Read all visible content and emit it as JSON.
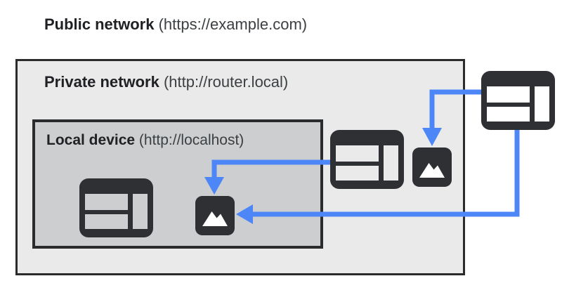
{
  "labels": {
    "public_bold": "Public network",
    "public_rest": " (https://example.com)",
    "private_bold": "Private network",
    "private_rest": " (http://router.local)",
    "local_bold": "Local device",
    "local_rest": " (http://localhost)"
  },
  "colors": {
    "page_bg": "#ffffff",
    "private_bg": "#eaeaea",
    "local_bg": "#cdcecf",
    "border": "#2a2b2d",
    "icon": "#2f3033",
    "icon_hole_white": "#ffffff",
    "arrow": "#4d86f7",
    "text_bold": "#202124",
    "text_regular": "#3c4043"
  },
  "icons": {
    "browser_public": "browser-window-icon",
    "browser_private": "browser-window-icon",
    "browser_local": "browser-window-icon",
    "image_private": "image-icon",
    "image_local": "image-icon"
  },
  "arrows": [
    {
      "from": "public-network-browser",
      "to": "private-network-image"
    },
    {
      "from": "public-network-browser",
      "to": "local-device-image"
    },
    {
      "from": "private-network-browser",
      "to": "local-device-image"
    }
  ]
}
